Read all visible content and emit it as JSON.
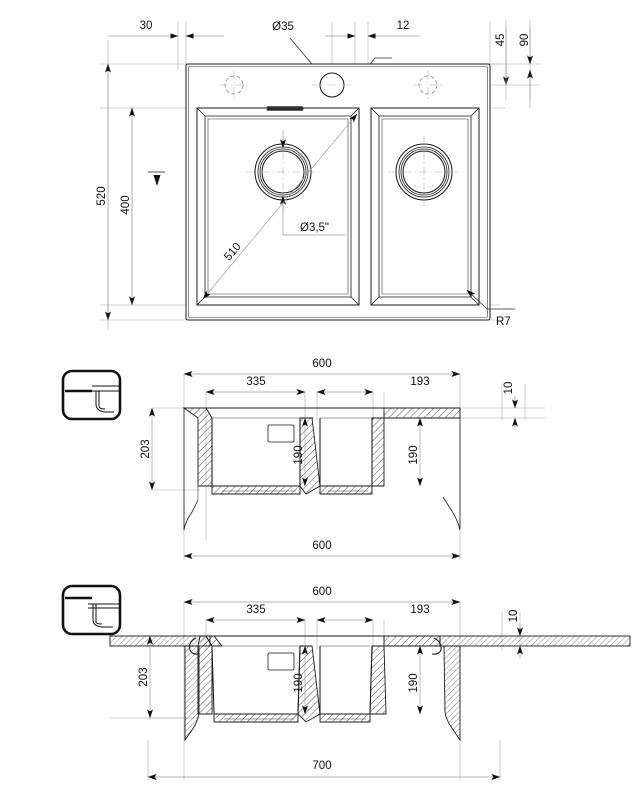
{
  "document": {
    "type": "technical-drawing",
    "subject": "Two-bowl kitchen sink dimensional drawing",
    "line_color": "#1a1a1a",
    "dimension_color": "#9a9a9a",
    "background": "#ffffff"
  },
  "views": {
    "top": {
      "name": "top-view",
      "dimensions": {
        "left_edge_offset": "30",
        "tap_hole": "Ø35",
        "bowl_gap": "12",
        "right_offset_inner": "45",
        "right_offset_outer": "90",
        "overall_height": "520",
        "bowl_height": "400",
        "diagonal": "510",
        "drain": "Ø3,5\"",
        "corner_radius": "R7"
      }
    },
    "middle": {
      "name": "section-view-flush",
      "dimensions": {
        "overall_top": "600",
        "bowl_left_width": "335",
        "bowl_right_width": "193",
        "rim_thickness": "10",
        "overall_depth": "203",
        "bowl_left_depth": "190",
        "bowl_right_depth": "190",
        "overall_bottom": "600"
      }
    },
    "bottom": {
      "name": "section-view-undermount",
      "dimensions": {
        "overall_top": "600",
        "bowl_left_width": "335",
        "bowl_right_width": "193",
        "rim_thickness": "10",
        "overall_depth": "203",
        "bowl_left_depth": "190",
        "bowl_right_depth": "190",
        "overall_bottom": "700"
      }
    }
  },
  "icons": {
    "flush_mount": "flush-mount-icon",
    "undermount": "undermount-icon"
  }
}
